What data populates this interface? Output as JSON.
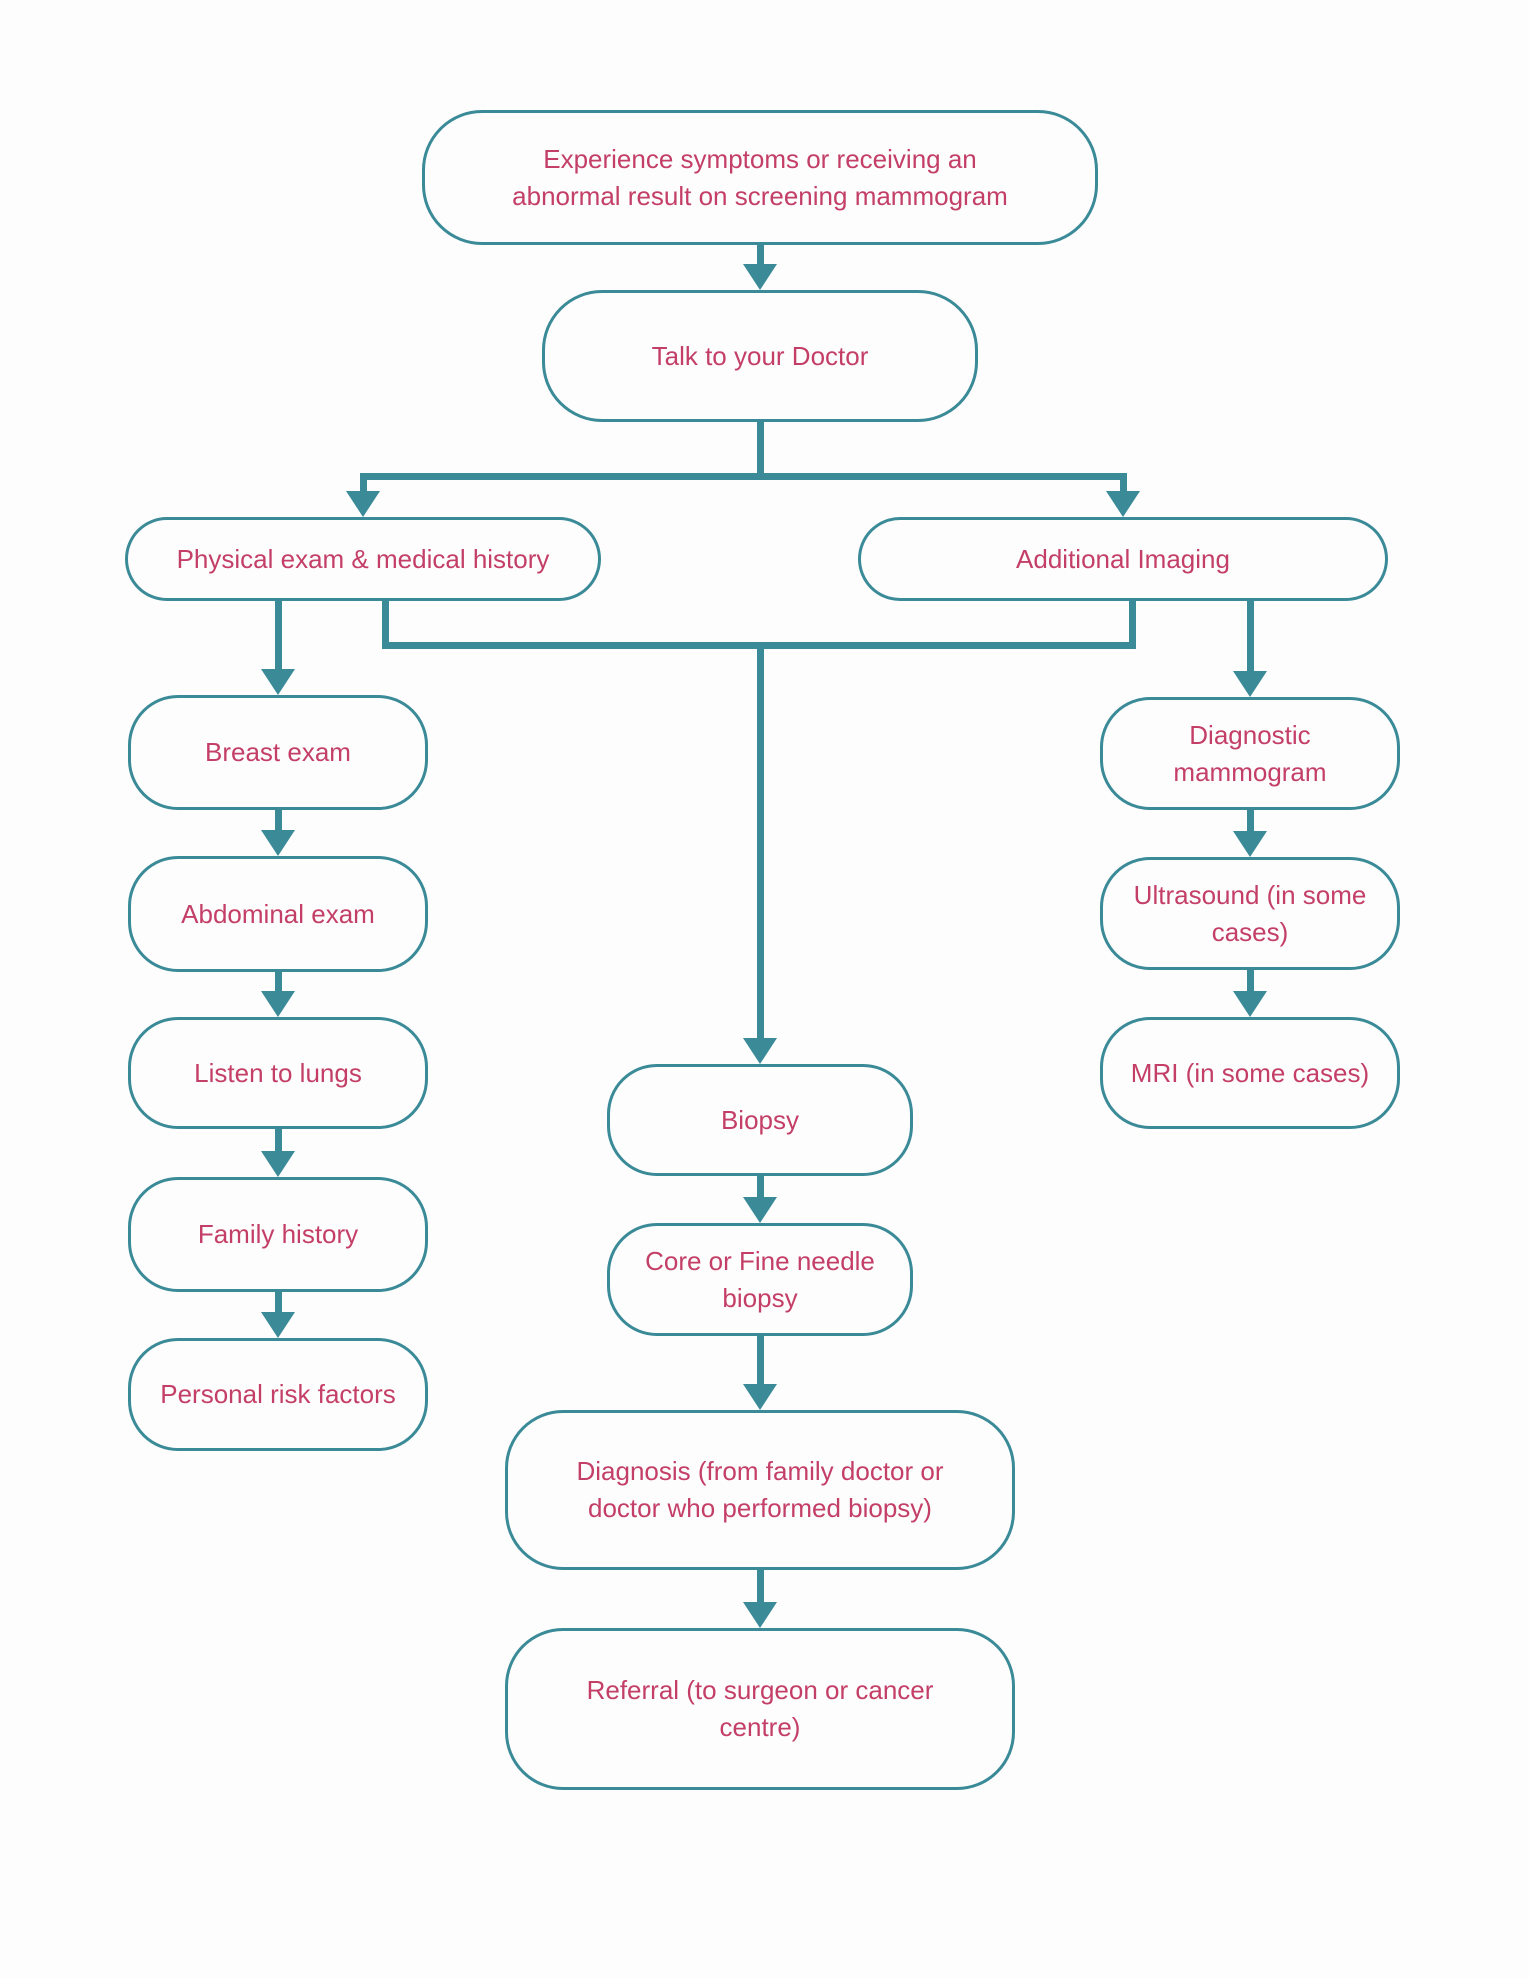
{
  "diagram": {
    "type": "flowchart",
    "colors": {
      "line_and_border": "#3a8a98",
      "label_text": "#c43f68",
      "background": "#fdfdfd"
    },
    "nodes": [
      {
        "id": "start",
        "label": "Experience symptoms or receiving an\nabnormal result on screening mammogram"
      },
      {
        "id": "talk-to-doctor",
        "label": "Talk to your Doctor"
      },
      {
        "id": "physical-exam",
        "label": "Physical exam & medical history"
      },
      {
        "id": "additional-imaging",
        "label": "Additional Imaging"
      },
      {
        "id": "breast-exam",
        "label": "Breast exam"
      },
      {
        "id": "abdominal-exam",
        "label": "Abdominal exam"
      },
      {
        "id": "listen-to-lungs",
        "label": "Listen to lungs"
      },
      {
        "id": "family-history",
        "label": "Family history"
      },
      {
        "id": "personal-risk-factors",
        "label": "Personal risk factors"
      },
      {
        "id": "diagnostic-mammogram",
        "label": "Diagnostic\nmammogram"
      },
      {
        "id": "ultrasound",
        "label": "Ultrasound (in some\ncases)"
      },
      {
        "id": "mri",
        "label": "MRI (in some cases)"
      },
      {
        "id": "biopsy",
        "label": "Biopsy"
      },
      {
        "id": "core-fine-needle-biopsy",
        "label": "Core or Fine needle\nbiopsy"
      },
      {
        "id": "diagnosis",
        "label": "Diagnosis (from family doctor or\ndoctor who performed biopsy)"
      },
      {
        "id": "referral",
        "label": "Referral (to surgeon or cancer\ncentre)"
      }
    ],
    "edges": [
      {
        "from": "start",
        "to": "talk-to-doctor"
      },
      {
        "from": "talk-to-doctor",
        "to": "physical-exam"
      },
      {
        "from": "talk-to-doctor",
        "to": "additional-imaging"
      },
      {
        "from": "physical-exam",
        "to": "breast-exam"
      },
      {
        "from": "breast-exam",
        "to": "abdominal-exam"
      },
      {
        "from": "abdominal-exam",
        "to": "listen-to-lungs"
      },
      {
        "from": "listen-to-lungs",
        "to": "family-history"
      },
      {
        "from": "family-history",
        "to": "personal-risk-factors"
      },
      {
        "from": "additional-imaging",
        "to": "diagnostic-mammogram"
      },
      {
        "from": "diagnostic-mammogram",
        "to": "ultrasound"
      },
      {
        "from": "ultrasound",
        "to": "mri"
      },
      {
        "from": "physical-exam",
        "to": "biopsy"
      },
      {
        "from": "additional-imaging",
        "to": "biopsy"
      },
      {
        "from": "biopsy",
        "to": "core-fine-needle-biopsy"
      },
      {
        "from": "core-fine-needle-biopsy",
        "to": "diagnosis"
      },
      {
        "from": "diagnosis",
        "to": "referral"
      }
    ]
  }
}
